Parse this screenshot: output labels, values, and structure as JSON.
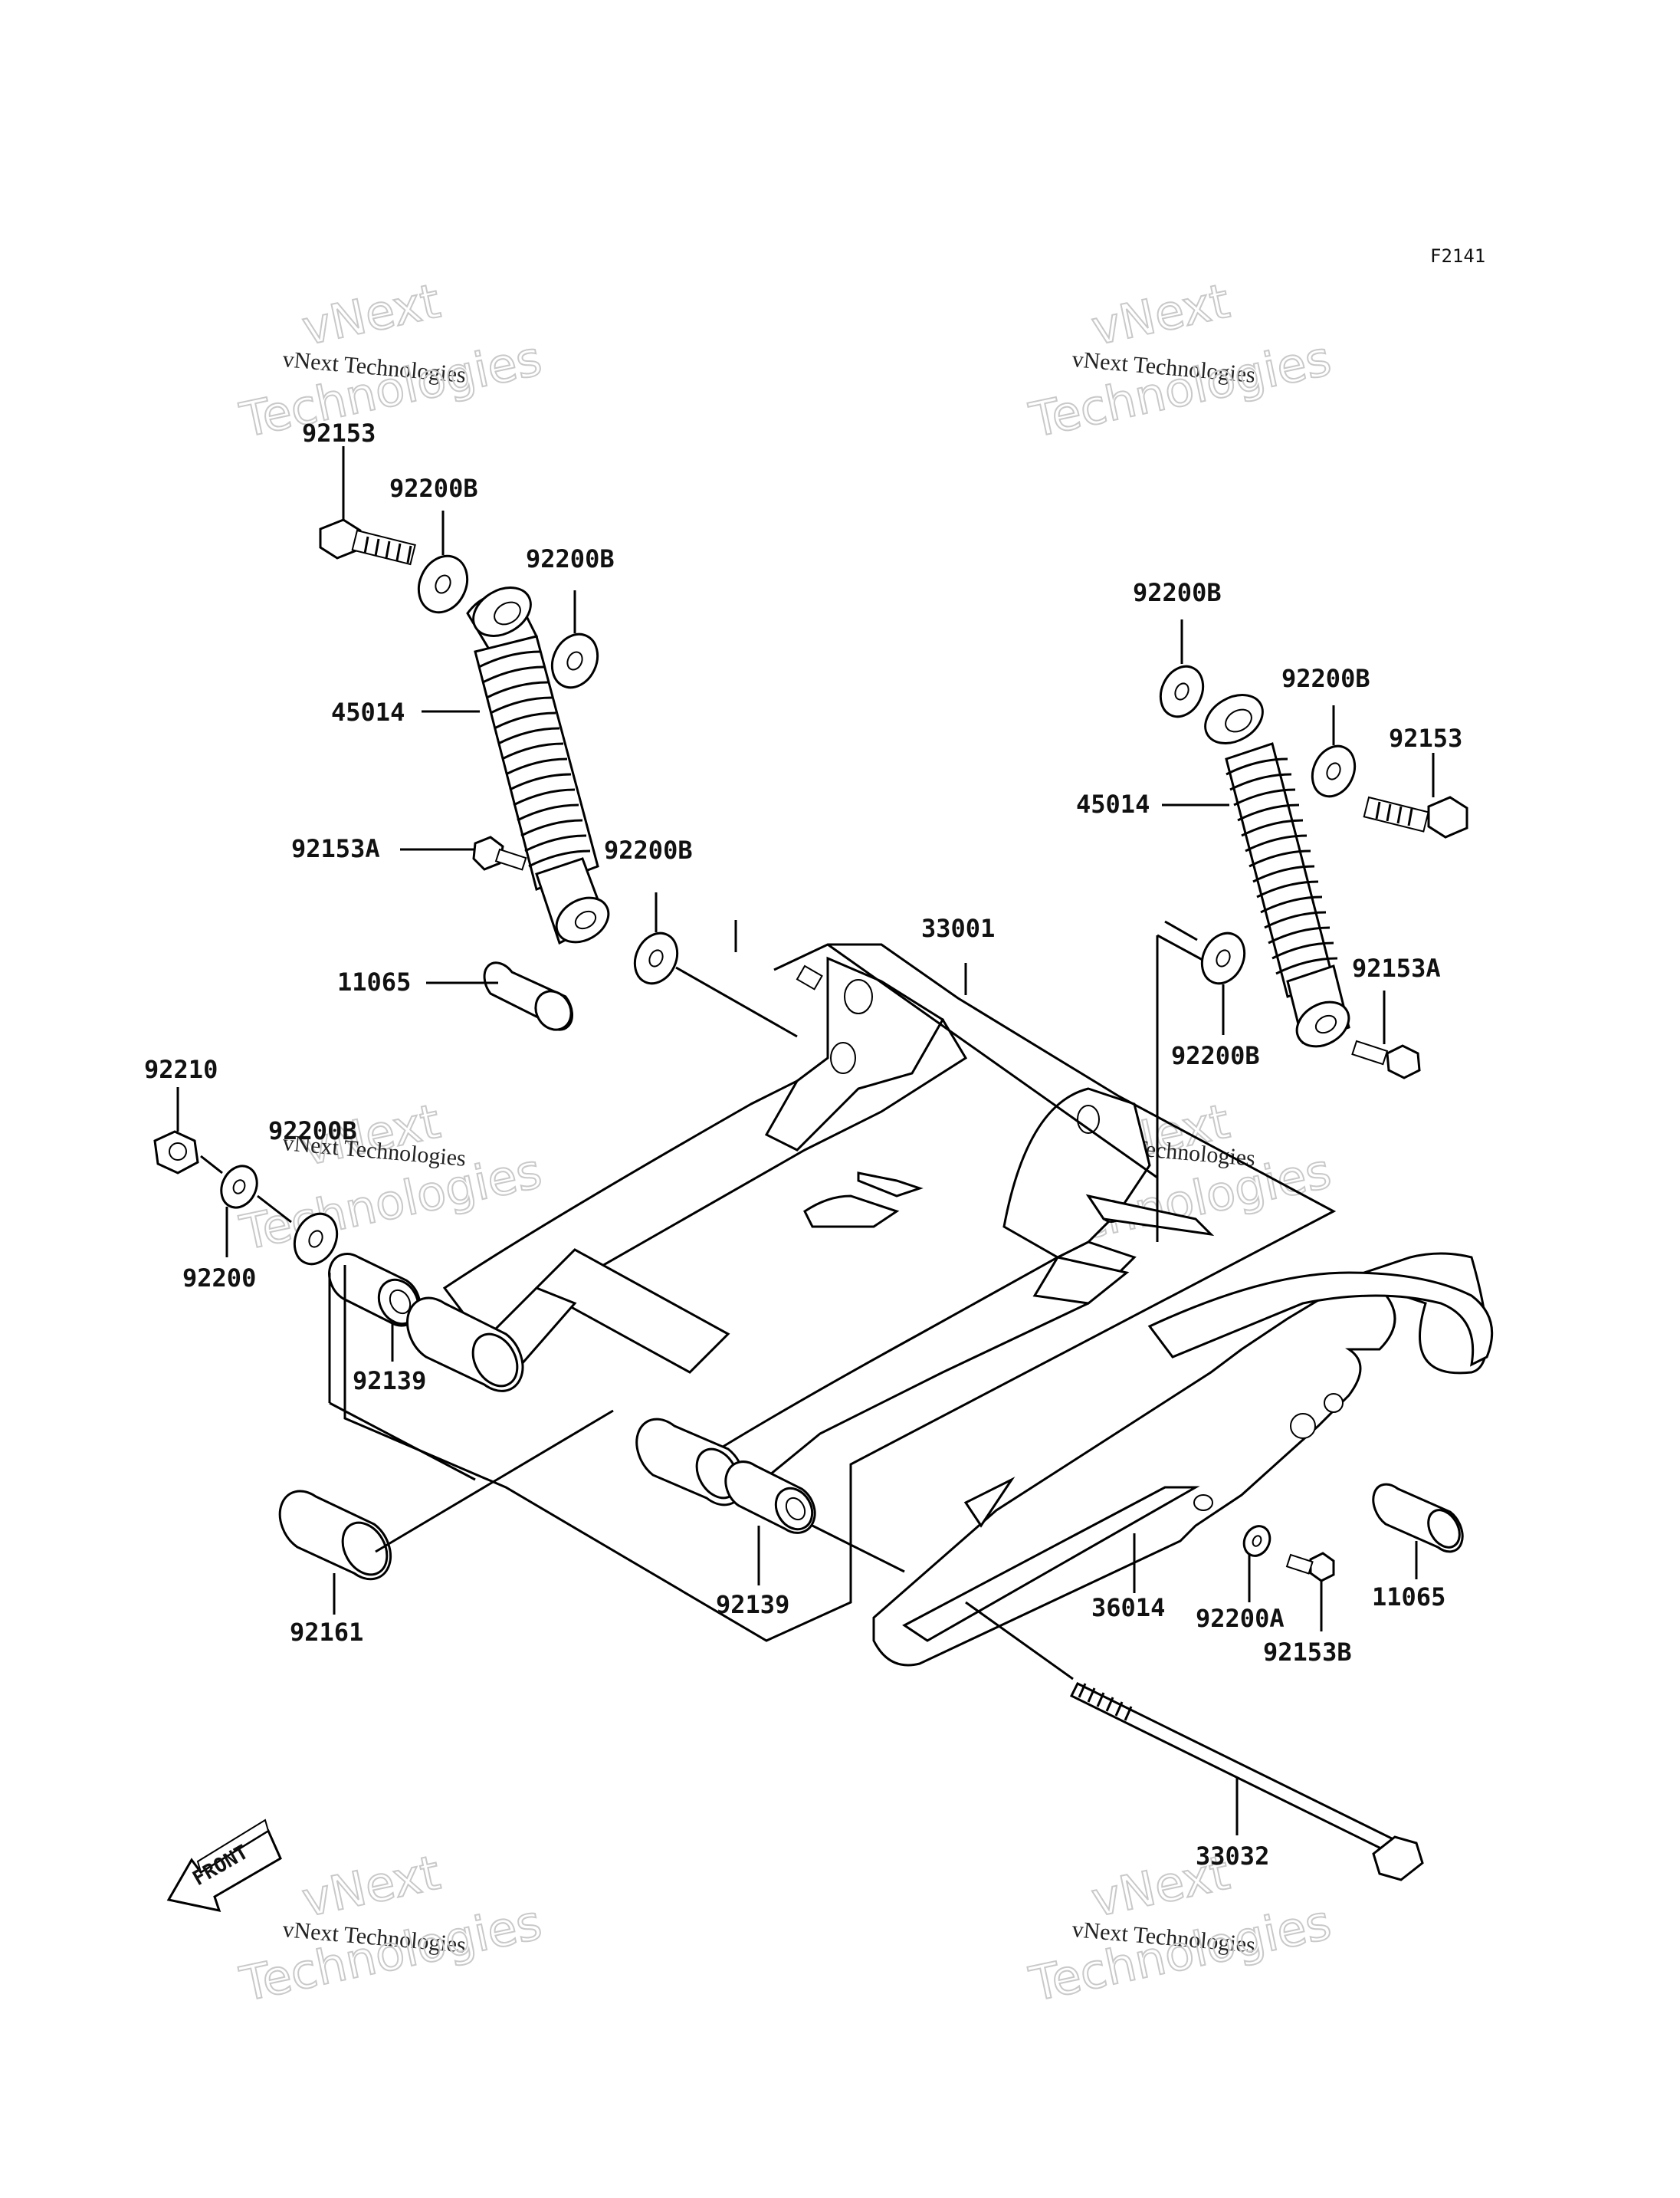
{
  "figure_code": "F2141",
  "watermark": {
    "line1": "vNext",
    "line2": "vNext Technologies",
    "line3": "Technologies"
  },
  "front_label": "FRONT",
  "labels": {
    "l_92153": "92153",
    "l_92200b_1": "92200B",
    "l_92200b_2": "92200B",
    "l_45014_l": "45014",
    "l_92153a_l": "92153A",
    "l_92200b_3": "92200B",
    "l_11065_l": "11065",
    "l_92210": "92210",
    "l_92200b_4": "92200B",
    "l_92200": "92200",
    "l_92139_1": "92139",
    "l_92161": "92161",
    "l_92139_2": "92139",
    "l_33001": "33001",
    "l_92200b_r1": "92200B",
    "l_92200b_r2": "92200B",
    "l_92153_r": "92153",
    "l_45014_r": "45014",
    "l_92153a_r": "92153A",
    "l_92200b_r3": "92200B",
    "l_36014": "36014",
    "l_92200a": "92200A",
    "l_92153b": "92153B",
    "l_11065_r": "11065",
    "l_33032": "33032"
  }
}
